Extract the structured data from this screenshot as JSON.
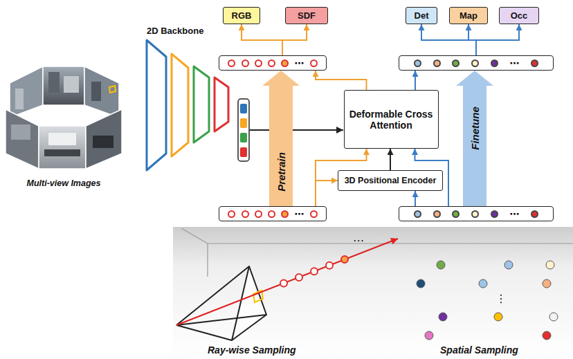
{
  "diagram": {
    "nodes": [
      {
        "text": [
          "RGB"
        ]
      },
      {
        "text": [
          "SDF"
        ]
      },
      {
        "text": [
          "Det"
        ]
      },
      {
        "text": [
          "Map"
        ]
      },
      {
        "text": [
          "Occ"
        ]
      },
      {
        "text": [
          "⋯"
        ]
      },
      {
        "text": [
          "⋯"
        ]
      },
      {
        "text": [
          "Deformable Cross Attention"
        ]
      },
      {
        "text": [
          "3D Positional Encoder"
        ]
      },
      {
        "text": [
          "⋯"
        ]
      },
      {
        "text": [
          "⋯"
        ]
      }
    ],
    "edges": [
      {
        "from": 5,
        "to": 0,
        "arrow": "to"
      },
      {
        "from": 5,
        "to": 1,
        "arrow": "to"
      },
      {
        "from": 6,
        "to": 2,
        "arrow": "to"
      },
      {
        "from": 6,
        "to": 3,
        "arrow": "to"
      },
      {
        "from": 6,
        "to": 4,
        "arrow": "to"
      },
      {
        "from": 7,
        "to": 5,
        "arrow": "to"
      },
      {
        "from": 7,
        "to": 6,
        "arrow": "to"
      },
      {
        "from": 8,
        "to": 7,
        "arrow": "to"
      },
      {
        "from": 9,
        "to": 7,
        "arrow": "to"
      },
      {
        "from": 9,
        "to": 8,
        "arrow": "to"
      },
      {
        "from": 10,
        "to": 7,
        "arrow": "to"
      },
      {
        "from": 10,
        "to": 8,
        "arrow": "to"
      },
      {
        "from": 9,
        "to": 5,
        "label": "Pretrain",
        "arrow": "to"
      },
      {
        "from": 10,
        "to": 6,
        "label": "Finetune",
        "arrow": "to"
      }
    ],
    "labels": [
      "2D Backbone",
      "Multi-view Images",
      "Ray-wise Sampling",
      "Spatial Sampling",
      "⋯",
      "⋮"
    ]
  }
}
